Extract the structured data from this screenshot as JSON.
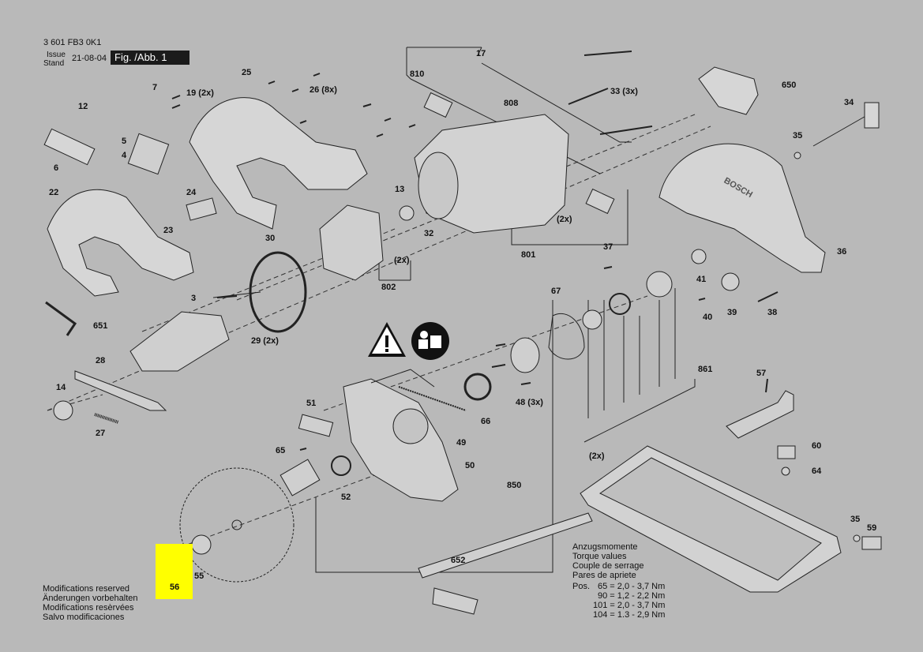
{
  "header": {
    "article_no": "3 601 FB3 0K1",
    "issue_label": "Issue",
    "stand_label": "Stand",
    "date": "21-08-04",
    "figure": "Fig. /Abb. 1"
  },
  "parts": [
    {
      "id": "p17",
      "label": "17"
    },
    {
      "id": "p810",
      "label": "810"
    },
    {
      "id": "p25",
      "label": "25"
    },
    {
      "id": "p7",
      "label": "7"
    },
    {
      "id": "p19",
      "label": "19 (2x)"
    },
    {
      "id": "p26",
      "label": "26 (8x)"
    },
    {
      "id": "p33",
      "label": "33 (3x)"
    },
    {
      "id": "p650",
      "label": "650"
    },
    {
      "id": "p12",
      "label": "12"
    },
    {
      "id": "p808",
      "label": "808"
    },
    {
      "id": "p34",
      "label": "34"
    },
    {
      "id": "p5",
      "label": "5"
    },
    {
      "id": "p4",
      "label": "4"
    },
    {
      "id": "p6",
      "label": "6"
    },
    {
      "id": "p35a",
      "label": "35"
    },
    {
      "id": "p22",
      "label": "22"
    },
    {
      "id": "p24",
      "label": "24"
    },
    {
      "id": "p13",
      "label": "13"
    },
    {
      "id": "p2x_a",
      "label": "(2x)"
    },
    {
      "id": "p23",
      "label": "23"
    },
    {
      "id": "p32",
      "label": "32"
    },
    {
      "id": "p30",
      "label": "30"
    },
    {
      "id": "p36",
      "label": "36"
    },
    {
      "id": "p2x_b",
      "label": "(2x)"
    },
    {
      "id": "p37",
      "label": "37"
    },
    {
      "id": "p801",
      "label": "801"
    },
    {
      "id": "p41",
      "label": "41"
    },
    {
      "id": "p802",
      "label": "802"
    },
    {
      "id": "p67",
      "label": "67"
    },
    {
      "id": "p3",
      "label": "3"
    },
    {
      "id": "p40",
      "label": "40"
    },
    {
      "id": "p39",
      "label": "39"
    },
    {
      "id": "p38",
      "label": "38"
    },
    {
      "id": "p651",
      "label": "651"
    },
    {
      "id": "p29",
      "label": "29 (2x)"
    },
    {
      "id": "p861",
      "label": "861"
    },
    {
      "id": "p28",
      "label": "28"
    },
    {
      "id": "p57",
      "label": "57"
    },
    {
      "id": "p14",
      "label": "14"
    },
    {
      "id": "p48",
      "label": "48 (3x)"
    },
    {
      "id": "p66",
      "label": "66"
    },
    {
      "id": "p51",
      "label": "51"
    },
    {
      "id": "p27",
      "label": "27"
    },
    {
      "id": "p49",
      "label": "49"
    },
    {
      "id": "p60",
      "label": "60"
    },
    {
      "id": "p65",
      "label": "65"
    },
    {
      "id": "p2x_c",
      "label": "(2x)"
    },
    {
      "id": "p50",
      "label": "50"
    },
    {
      "id": "p64",
      "label": "64"
    },
    {
      "id": "p52",
      "label": "52"
    },
    {
      "id": "p850",
      "label": "850"
    },
    {
      "id": "p35b",
      "label": "35"
    },
    {
      "id": "p59",
      "label": "59"
    },
    {
      "id": "p652",
      "label": "652"
    },
    {
      "id": "p55",
      "label": "55"
    },
    {
      "id": "p56",
      "label": "56"
    }
  ],
  "torque": {
    "lines": [
      "Anzugsmomente",
      "Torque values",
      "Couple de serrage",
      "Pares de apriete"
    ],
    "pos_label": "Pos.",
    "rows": [
      "65 = 2,0 - 3,7 Nm",
      "90 = 1,2 - 2,2 Nm",
      "101 = 2,0 - 3,7 Nm",
      "104 = 1.3 - 2,9 Nm"
    ]
  },
  "notes": [
    "Modifications reserved",
    "Änderungen vorbehalten",
    "Modifications resèrvées",
    "Salvo modificaciones"
  ],
  "highlight": {
    "part": "56",
    "color": "#ffff00"
  },
  "icons": [
    "warning-icon",
    "read-manual-icon"
  ],
  "brand_on_guard": "BOSCH"
}
